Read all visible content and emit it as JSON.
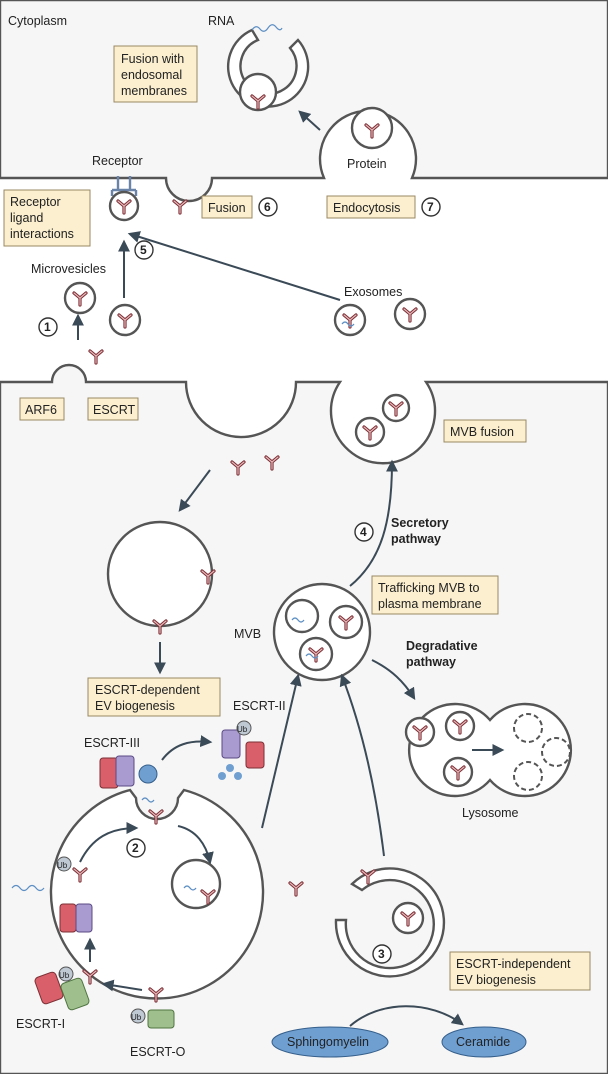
{
  "labels": {
    "cytoplasm": "Cytoplasm",
    "rna": "RNA",
    "protein": "Protein",
    "receptor": "Receptor",
    "microvesicles": "Microvesicles",
    "exosomes": "Exosomes",
    "mvb": "MVB",
    "secretory": [
      "Secretory",
      "pathway"
    ],
    "degradative": [
      "Degradative",
      "pathway"
    ],
    "lysosome": "Lysosome",
    "escrt_iii": "ESCRT-III",
    "escrt_ii": "ESCRT-II",
    "escrt_i": "ESCRT-I",
    "escrt_o": "ESCRT-O",
    "ub": "Ub",
    "sphingomyelin": "Sphingomyelin",
    "ceramide": "Ceramide"
  },
  "boxes": {
    "fusion_endosomal": [
      "Fusion with",
      "endosomal",
      "membranes"
    ],
    "receptor_ligand": [
      "Receptor",
      "ligand",
      "interactions"
    ],
    "fusion": "Fusion",
    "endocytosis": "Endocytosis",
    "arf6": "ARF6",
    "escrt": "ESCRT",
    "mvb_fusion": "MVB fusion",
    "trafficking": [
      "Trafficking MVB to",
      "plasma membrane"
    ],
    "escrt_dependent": [
      "ESCRT-dependent",
      "EV biogenesis"
    ],
    "escrt_independent": [
      "ESCRT-independent",
      "EV biogenesis"
    ]
  },
  "steps": [
    "1",
    "2",
    "3",
    "4",
    "5",
    "6",
    "7"
  ],
  "colors": {
    "membrane_fill": "#f6f6f6",
    "membrane_stroke": "#555555",
    "box_fill": "#fbefcf",
    "protein": "#7b2f35",
    "rna": "#5d8fc4",
    "lipid_fill": "#6f9fd1",
    "escrt_red": "#d9606a",
    "escrt_purple": "#a99ad0",
    "escrt_green": "#9fc08d"
  }
}
